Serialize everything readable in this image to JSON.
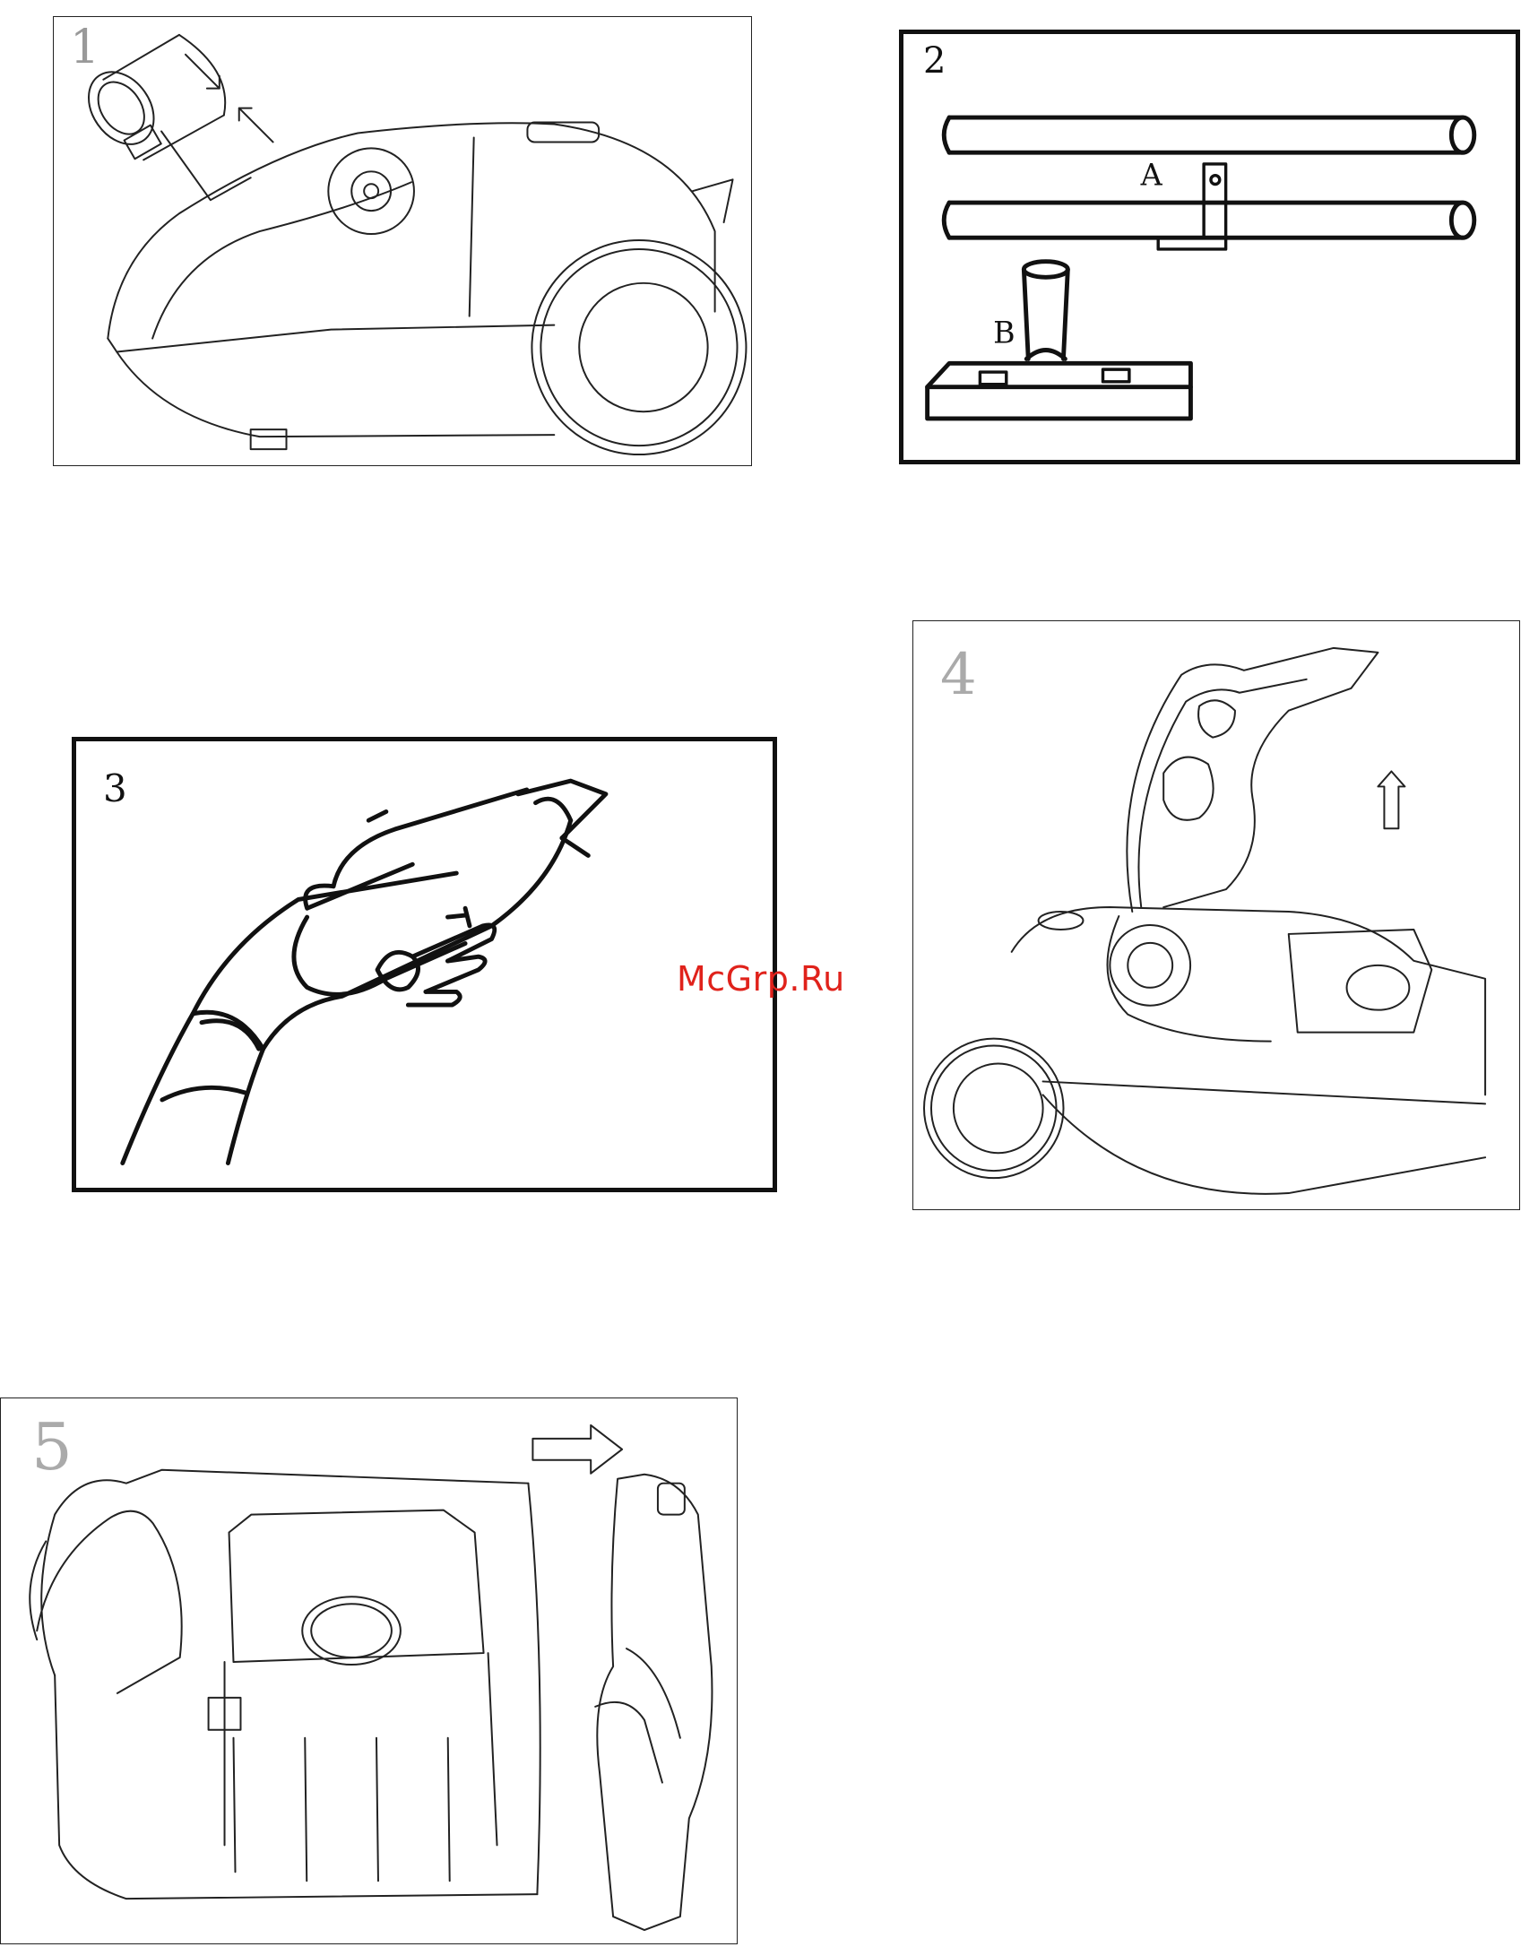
{
  "figures": [
    {
      "id": "fig1",
      "number": "1"
    },
    {
      "id": "fig2",
      "number": "2",
      "labels": {
        "a": "A",
        "b": "B"
      }
    },
    {
      "id": "fig3",
      "number": "3"
    },
    {
      "id": "fig4",
      "number": "4"
    },
    {
      "id": "fig5",
      "number": "5"
    }
  ],
  "watermark": "McGrp.Ru"
}
